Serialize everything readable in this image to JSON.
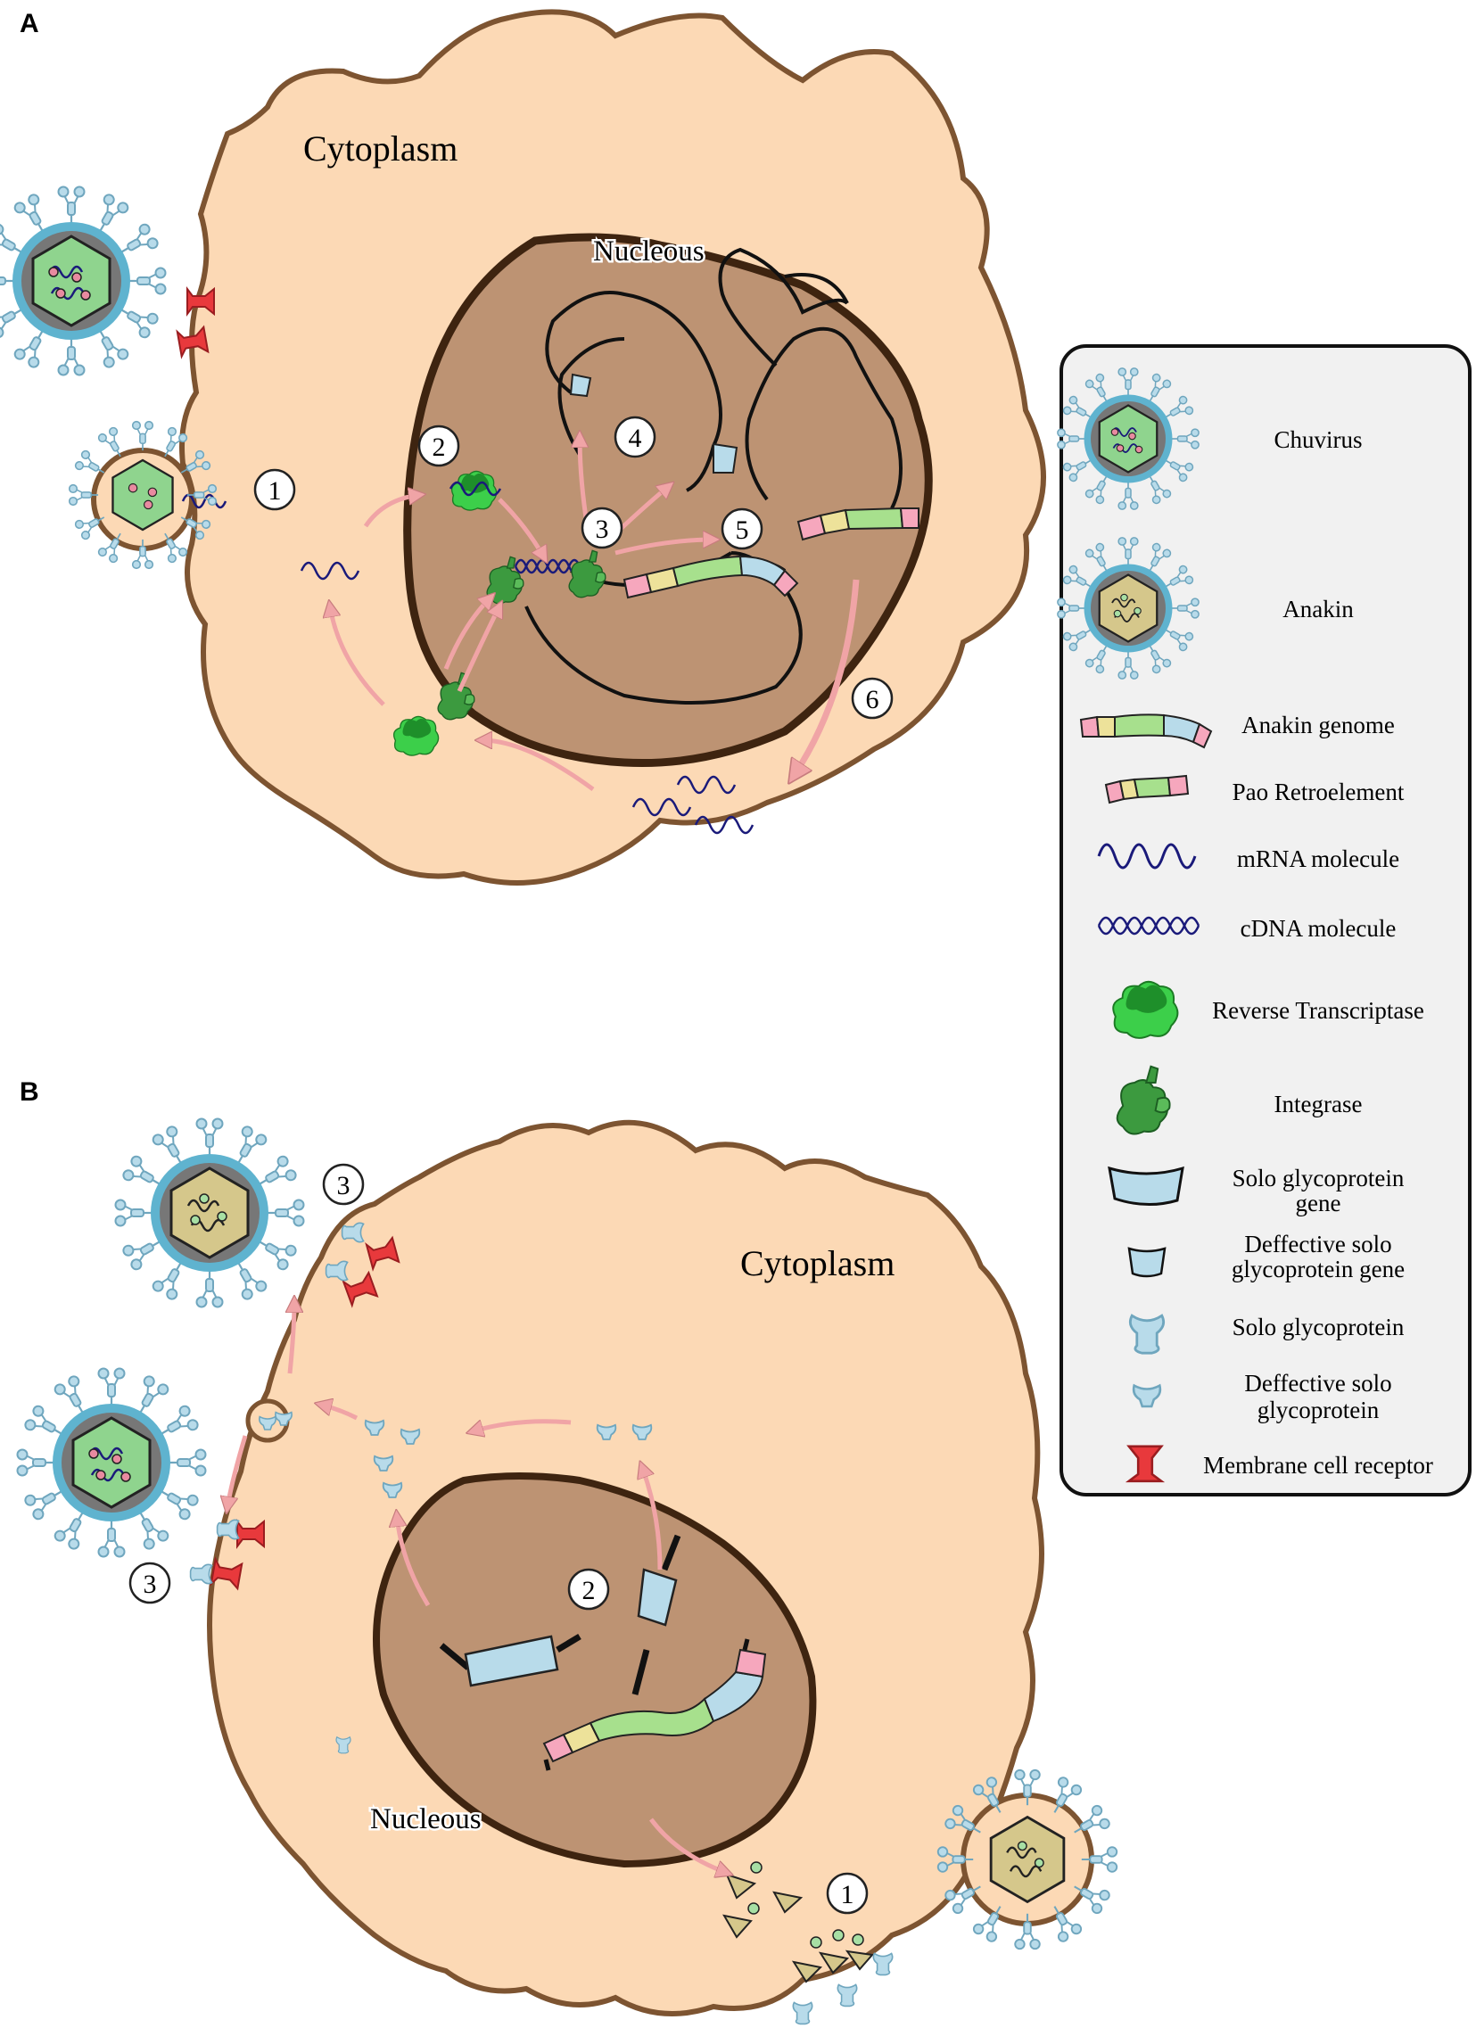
{
  "panels": {
    "a": {
      "letter": "A",
      "cytoplasm_label": "Cytoplasm",
      "nucleus_label": "Nucleous",
      "steps": [
        "1",
        "2",
        "3",
        "4",
        "5",
        "6"
      ]
    },
    "b": {
      "letter": "B",
      "cytoplasm_label": "Cytoplasm",
      "nucleus_label": "Nucleous",
      "steps": [
        "1",
        "2",
        "3",
        "3"
      ]
    }
  },
  "legend": {
    "items": [
      {
        "lines": [
          "Chuvirus"
        ],
        "icon": "chuvirus-icon"
      },
      {
        "lines": [
          "Anakin"
        ],
        "icon": "anakin-icon"
      },
      {
        "lines": [
          "Anakin genome"
        ],
        "icon": "anakin-genome-icon"
      },
      {
        "lines": [
          "Pao Retroelement"
        ],
        "icon": "pao-retroelement-icon"
      },
      {
        "lines": [
          "mRNA molecule"
        ],
        "icon": "mrna-icon"
      },
      {
        "lines": [
          "cDNA molecule"
        ],
        "icon": "cdna-icon"
      },
      {
        "lines": [
          "Reverse Transcriptase"
        ],
        "icon": "reverse-transcriptase-icon"
      },
      {
        "lines": [
          "Integrase"
        ],
        "icon": "integrase-icon"
      },
      {
        "lines": [
          "Solo glycoprotein",
          "gene"
        ],
        "icon": "solo-glycoprotein-gene-icon"
      },
      {
        "lines": [
          "Deffective solo",
          "glycoprotein gene"
        ],
        "icon": "defective-gene-icon"
      },
      {
        "lines": [
          "Solo glycoprotein"
        ],
        "icon": "solo-glycoprotein-icon"
      },
      {
        "lines": [
          "Deffective solo",
          "glycoprotein"
        ],
        "icon": "defective-glycoprotein-icon"
      },
      {
        "lines": [
          "Membrane cell receptor"
        ],
        "icon": "receptor-icon"
      }
    ]
  },
  "colors": {
    "cytoplasm": "#fcd9b5",
    "membrane": "#7d5431",
    "nucleus": "#bd9373",
    "nuclear_envelope": "#3e2410",
    "chuvirus_capsid": "#8fd48e",
    "anakin_capsid": "#d5c78b",
    "envelope": "#5fb3cf",
    "glycoprotein": "#b8dbea",
    "receptor": "#e8393c",
    "arrow": "#f0a4a6",
    "legend_bg": "#f1f1f1"
  }
}
